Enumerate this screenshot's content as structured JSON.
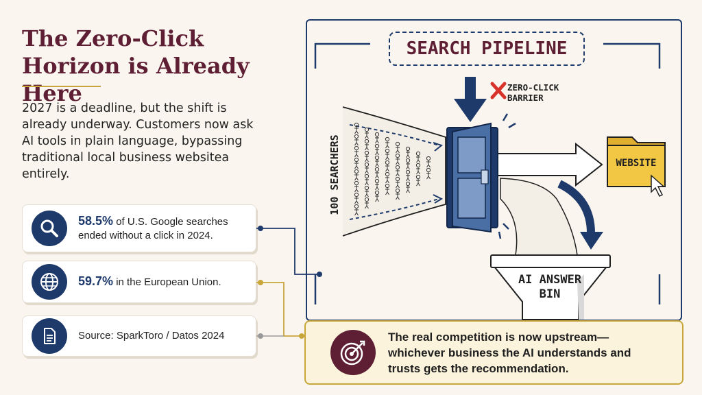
{
  "header": {
    "title": "The Zero-Click Horizon is Already Here",
    "intro": "2027 is a deadline, but the shift is already underway. Customers now ask AI tools in plain language, bypassing traditional local business websitea entirely."
  },
  "stats": [
    {
      "icon": "search-icon",
      "value": "58.5%",
      "text": "of U.S. Google searches ended without a click in 2024."
    },
    {
      "icon": "globe-icon",
      "value": "59.7%",
      "text": "in the European Union."
    },
    {
      "icon": "document-icon",
      "value": "",
      "text": "Source:  SparkToro / Datos 2024"
    }
  ],
  "diagram": {
    "title": "SEARCH PIPELINE",
    "searchers_label": "100 SEARCHERS",
    "barrier_label": "ZERO-CLICK BARRIER",
    "website_label": "WEBSITE",
    "ai_bin_label": "AI ANSWER BIN"
  },
  "callout": {
    "icon": "target-icon",
    "text": "The real competition is now upstream—whichever business the AI understands and trusts gets the recommendation."
  },
  "colors": {
    "navy": "#1e3a6b",
    "maroon": "#5e1f34",
    "gold": "#c9a63b",
    "folder_yellow": "#f2c744",
    "barrier_red": "#d8322b",
    "background": "#faf6ef"
  }
}
